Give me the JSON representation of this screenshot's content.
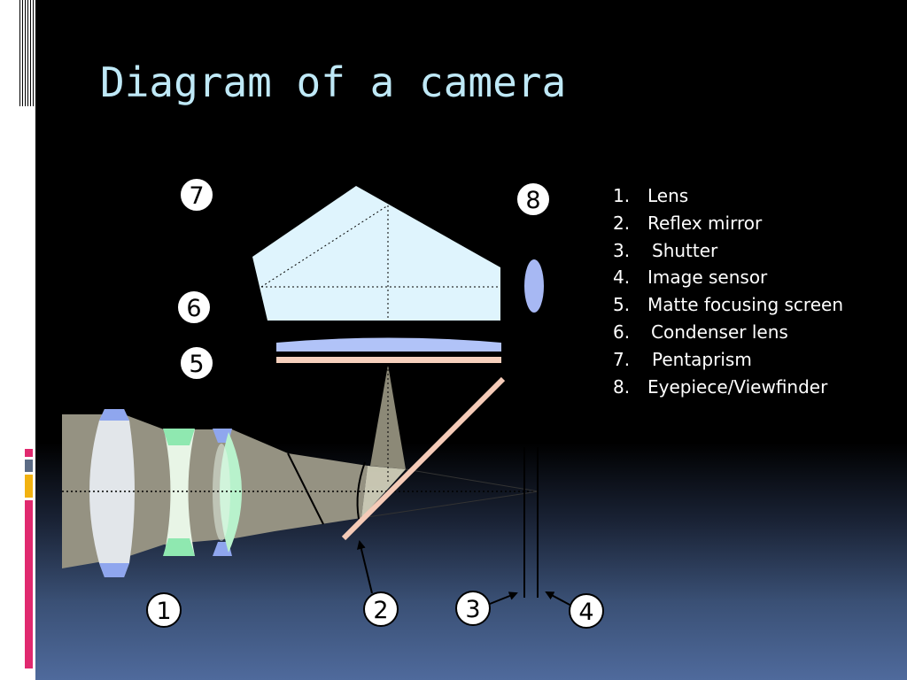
{
  "slide": {
    "title": "Diagram of a camera"
  },
  "diagram": {
    "badges": [
      {
        "id": "1",
        "text": "1"
      },
      {
        "id": "2",
        "text": "2"
      },
      {
        "id": "3",
        "text": "3"
      },
      {
        "id": "4",
        "text": "4"
      },
      {
        "id": "5",
        "text": "5"
      },
      {
        "id": "6",
        "text": "6"
      },
      {
        "id": "7",
        "text": "7"
      },
      {
        "id": "8",
        "text": "8"
      }
    ]
  },
  "legend": {
    "items": [
      {
        "number": "1.",
        "label": "Lens"
      },
      {
        "number": "2.",
        "label": "Reflex mirror"
      },
      {
        "number": "3.",
        "label": "Shutter"
      },
      {
        "number": "4.",
        "label": "Image sensor"
      },
      {
        "number": "5.",
        "label": "Matte focusing screen"
      },
      {
        "number": "6.",
        "label": "Condenser lens"
      },
      {
        "number": "7.",
        "label": "Pentaprism"
      },
      {
        "number": "8.",
        "label": "Eyepiece/Viewfinder"
      }
    ]
  },
  "colors": {
    "title": "#bfe9f7",
    "prism": "#dff4fd",
    "lens_blue": "#9aaef0",
    "lens_green": "#a4f0c4",
    "mirror": "#f5cbb8",
    "accent_pink": "#e0296f",
    "accent_slate": "#5b6b85",
    "accent_yellow": "#f2b210"
  }
}
